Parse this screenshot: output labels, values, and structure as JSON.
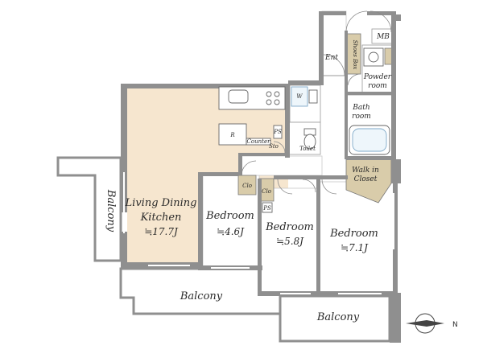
{
  "rooms": {
    "ldk": {
      "line1": "Living Dining",
      "line2": "Kitchen",
      "area": "≒17.7J"
    },
    "bedroom1": {
      "name": "Bedroom",
      "area": "≒4.6J"
    },
    "bedroom2": {
      "name": "Bedroom",
      "area": "≒5.8J"
    },
    "bedroom3": {
      "name": "Bedroom",
      "area": "≒7.1J"
    }
  },
  "labels": {
    "ent": "Ent",
    "shoes_box": "Shoes Box",
    "mb": "MB",
    "powder_1": "Powder",
    "powder_2": "room",
    "bath_1": "Bath",
    "bath_2": "room",
    "w": "W",
    "toilet": "Toilet",
    "sto": "Sto",
    "ps_top": "PS",
    "ps_bottom": "PS",
    "r": "R",
    "counter": "Counter",
    "walk_in_1": "Walk in",
    "walk_in_2": "Closet",
    "clo_1": "Clo",
    "clo_2": "Clo"
  },
  "balconies": {
    "left": "Balcony",
    "bottom_left": "Balcony",
    "bottom_right": "Balcony"
  },
  "compass": {
    "letter": "N"
  },
  "colors": {
    "wall": "#8f8f8f",
    "wood_floor": "#f6e6cf",
    "closet": "#d9ccaa"
  }
}
